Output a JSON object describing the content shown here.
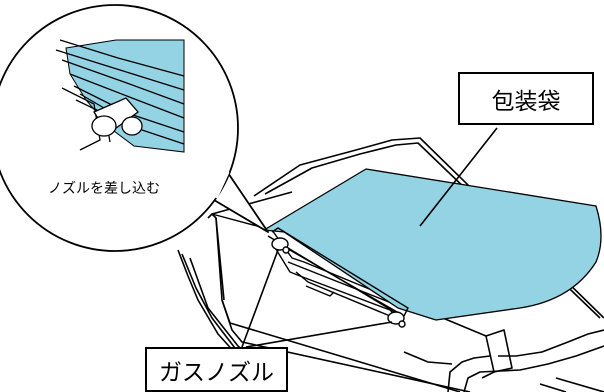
{
  "labels": {
    "bag": "包装袋",
    "gas_nozzle": "ガスノズル",
    "callout_instruction": "ノズルを差し込む"
  },
  "colors": {
    "bag_fill": "#93d3e3",
    "line": "#000000",
    "background": "#ffffff"
  }
}
